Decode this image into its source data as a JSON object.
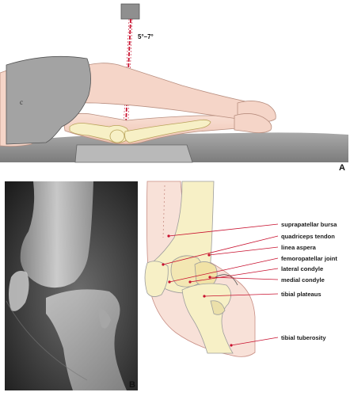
{
  "panel_a": {
    "letter": "A",
    "tube_angle": "5°–7°",
    "thigh_marking": "c"
  },
  "panel_b": {
    "letter": "B"
  },
  "labels": [
    {
      "id": "suprapatellar-bursa",
      "text": "suprapatellar bursa"
    },
    {
      "id": "quadriceps-tendon",
      "text": "quadriceps tendon"
    },
    {
      "id": "linea-aspera",
      "text": "linea aspera"
    },
    {
      "id": "femoropatellar-joint",
      "text": "femoropatellar  joint"
    },
    {
      "id": "lateral-condyle",
      "text": "lateral condyle"
    },
    {
      "id": "medial-condyle",
      "text": "medial condyle"
    },
    {
      "id": "tibial-plateaus",
      "text": "tibial plateaus"
    },
    {
      "id": "tibial-tuberosity",
      "text": "tibial tuberosity"
    }
  ],
  "colors": {
    "skin": "#f5d5c8",
    "bone": "#f7f0c6",
    "shorts": "#a3a3a3",
    "table": "#8e8e8e",
    "beam": "#c8102e",
    "leader": "#c8102e"
  }
}
